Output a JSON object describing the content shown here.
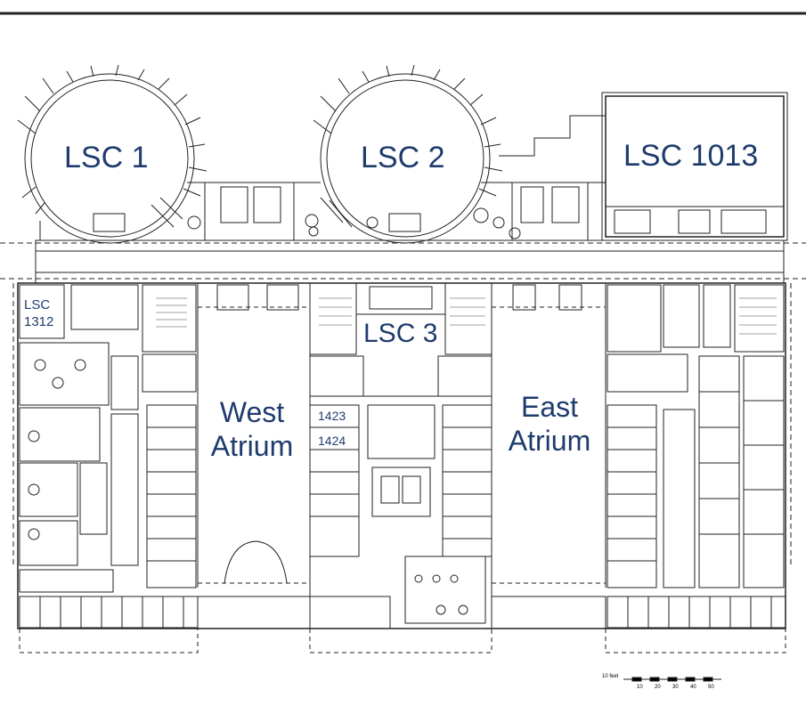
{
  "labels": {
    "lsc1": "LSC 1",
    "lsc2": "LSC 2",
    "lsc1013": "LSC 1013",
    "lsc1312_line1": "LSC",
    "lsc1312_line2": "1312",
    "lsc3": "LSC 3",
    "west_atrium_line1": "West",
    "west_atrium_line2": "Atrium",
    "east_atrium_line1": "East",
    "east_atrium_line2": "Atrium",
    "room1423": "1423",
    "room1424": "1424"
  },
  "scale_bar": {
    "unit": "10 feet",
    "ticks": [
      "10",
      "20",
      "30",
      "40",
      "50"
    ]
  },
  "colors": {
    "label": "#1f3b6e",
    "lines": "#222222"
  }
}
